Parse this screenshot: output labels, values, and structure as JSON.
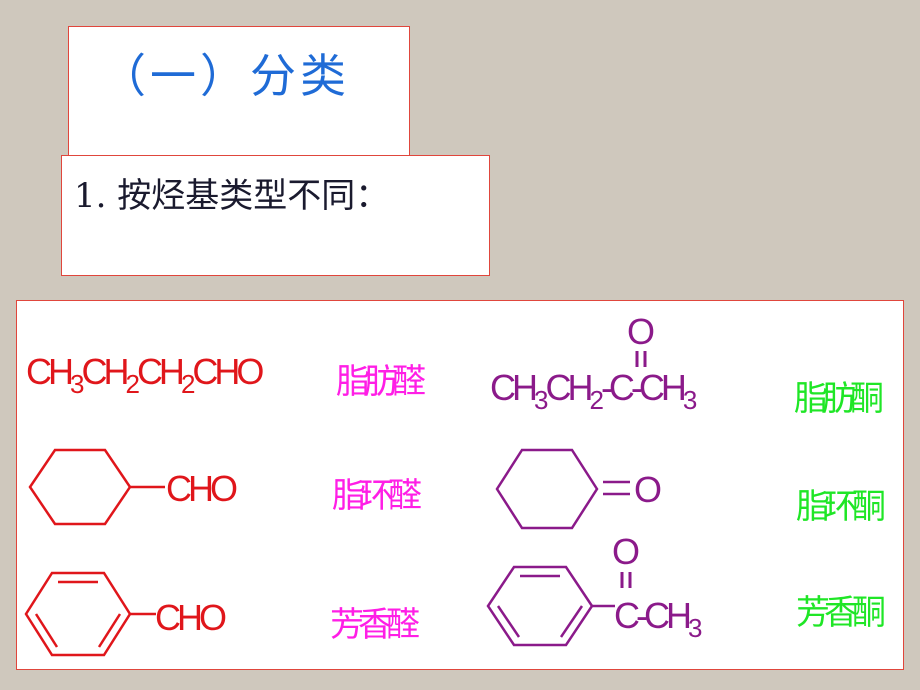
{
  "heading": "（一）分类",
  "subheading": "1. 按烃基类型不同：",
  "rows": [
    {
      "aldehyde": {
        "main": "CH",
        "s1": "3",
        "m2": "CH",
        "s2": "2",
        "m3": "CH",
        "s3": "2",
        "m4": "CHO"
      },
      "aldehyde_class": "脂肪醛",
      "ketone": {
        "o": "O",
        "c1": "CH",
        "s1": "3",
        "c2": "CH",
        "s2": "2",
        "c3": "-C-CH",
        "s3": "3"
      },
      "ketone_class": "脂肪酮"
    },
    {
      "aldehyde": {
        "group": "CHO"
      },
      "aldehyde_class": "脂环醛",
      "ketone": {
        "group": "O"
      },
      "ketone_class": "脂环酮"
    },
    {
      "aldehyde": {
        "group": "CHO"
      },
      "aldehyde_class": "芳香醛",
      "ketone": {
        "o": "O",
        "group": "C-CH",
        "sub": "3"
      },
      "ketone_class": "芳香酮"
    }
  ],
  "colors": {
    "aldehyde": "#e0161b",
    "ketone": "#8b1a8a",
    "aldehyde_class": "#ff1ee6",
    "ketone_class": "#1fe626",
    "heading": "#1f6bd6"
  }
}
